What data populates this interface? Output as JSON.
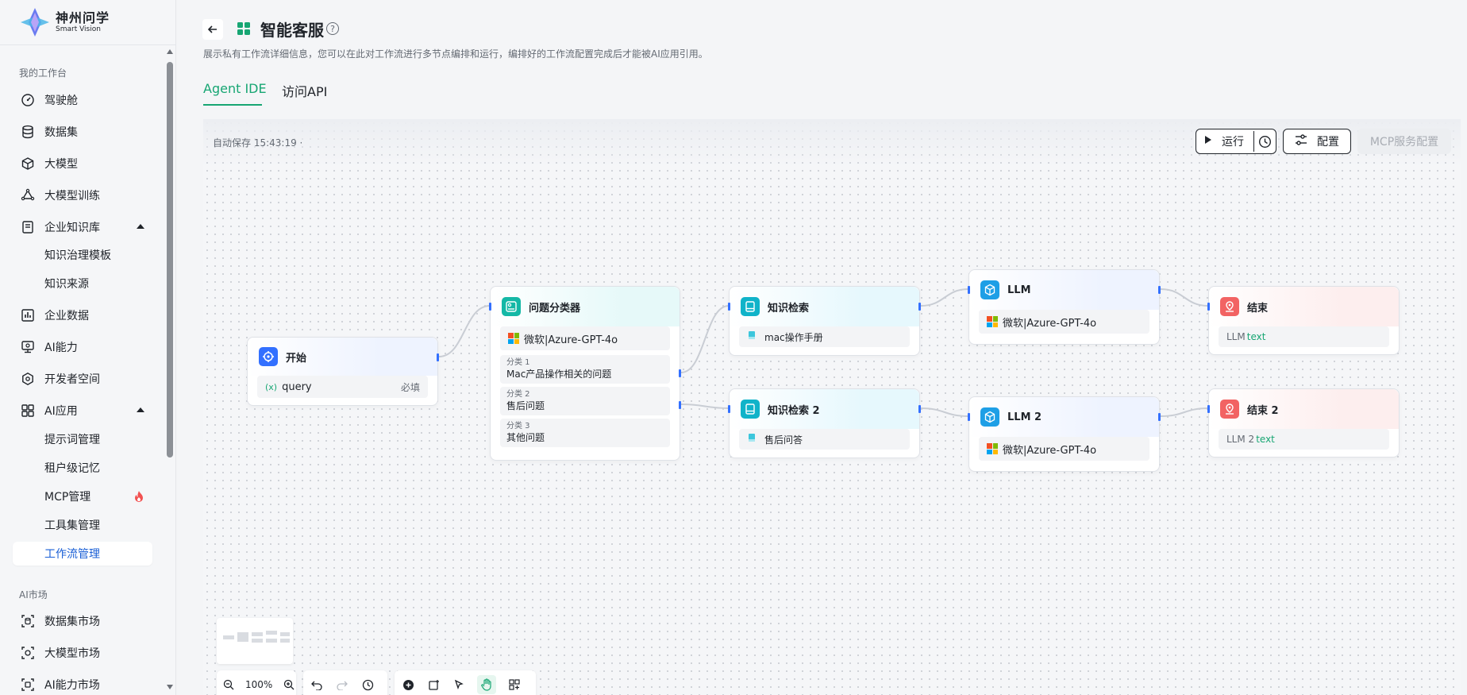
{
  "brand": {
    "name_cn": "神州问学",
    "name_en": "Smart Vision"
  },
  "sidebar": {
    "section1": "我的工作台",
    "items": [
      {
        "label": "驾驶舱",
        "icon": "dashboard-icon"
      },
      {
        "label": "数据集",
        "icon": "database-icon"
      },
      {
        "label": "大模型",
        "icon": "cube-icon"
      },
      {
        "label": "大模型训练",
        "icon": "training-icon"
      },
      {
        "label": "企业知识库",
        "icon": "knowledge-icon",
        "expanded": true
      },
      {
        "label": "知识治理模板"
      },
      {
        "label": "知识来源"
      },
      {
        "label": "企业数据",
        "icon": "chart-icon"
      },
      {
        "label": "AI能力",
        "icon": "monitor-icon"
      },
      {
        "label": "开发者空间",
        "icon": "developer-icon"
      },
      {
        "label": "AI应用",
        "icon": "apps-icon",
        "expanded": true
      },
      {
        "label": "提示词管理"
      },
      {
        "label": "租户级记忆"
      },
      {
        "label": "MCP管理",
        "badge": "fire-icon"
      },
      {
        "label": "工具集管理"
      },
      {
        "label": "工作流管理",
        "active": true
      }
    ],
    "section2": "AI市场",
    "market": [
      {
        "label": "数据集市场",
        "icon": "dataset-market-icon"
      },
      {
        "label": "大模型市场",
        "icon": "model-market-icon"
      },
      {
        "label": "AI能力市场",
        "icon": "ai-market-icon"
      }
    ]
  },
  "header": {
    "title": "智能客服",
    "help": "?",
    "description": "展示私有工作流详细信息，您可以在此对工作流进行多节点编排和运行，编排好的工作流配置完成后才能被AI应用引用。",
    "tabs": [
      "Agent IDE",
      "访问API"
    ],
    "active_tab": 0
  },
  "canvas": {
    "autosave": "自动保存 15:43:19 ·",
    "run_label": "运行",
    "config_label": "配置",
    "mcp_label": "MCP服务配置",
    "zoom": "100%"
  },
  "nodes": {
    "start": {
      "title": "开始",
      "var": "query",
      "required": "必填",
      "var_icon": "(x)"
    },
    "classifier": {
      "title": "问题分类器",
      "model": "微软|Azure-GPT-4o",
      "classes": [
        {
          "label": "分类 1",
          "value": "Mac产品操作相关的问题"
        },
        {
          "label": "分类 2",
          "value": "售后问题"
        },
        {
          "label": "分类 3",
          "value": "其他问题"
        }
      ]
    },
    "kb1": {
      "title": "知识检索",
      "doc": "mac操作手册"
    },
    "kb2": {
      "title": "知识检索 2",
      "doc": "售后问答"
    },
    "llm1": {
      "title": "LLM",
      "model": "微软|Azure-GPT-4o"
    },
    "llm2": {
      "title": "LLM 2",
      "model": "微软|Azure-GPT-4o"
    },
    "end1": {
      "title": "结束",
      "ref_node": "LLM",
      "ref_var": "text"
    },
    "end2": {
      "title": "结束 2",
      "ref_node": "LLM 2",
      "ref_var": "text"
    }
  },
  "colors": {
    "accent": "#17a673",
    "port": "#3370ff",
    "active_nav": "#1a5fd6"
  }
}
